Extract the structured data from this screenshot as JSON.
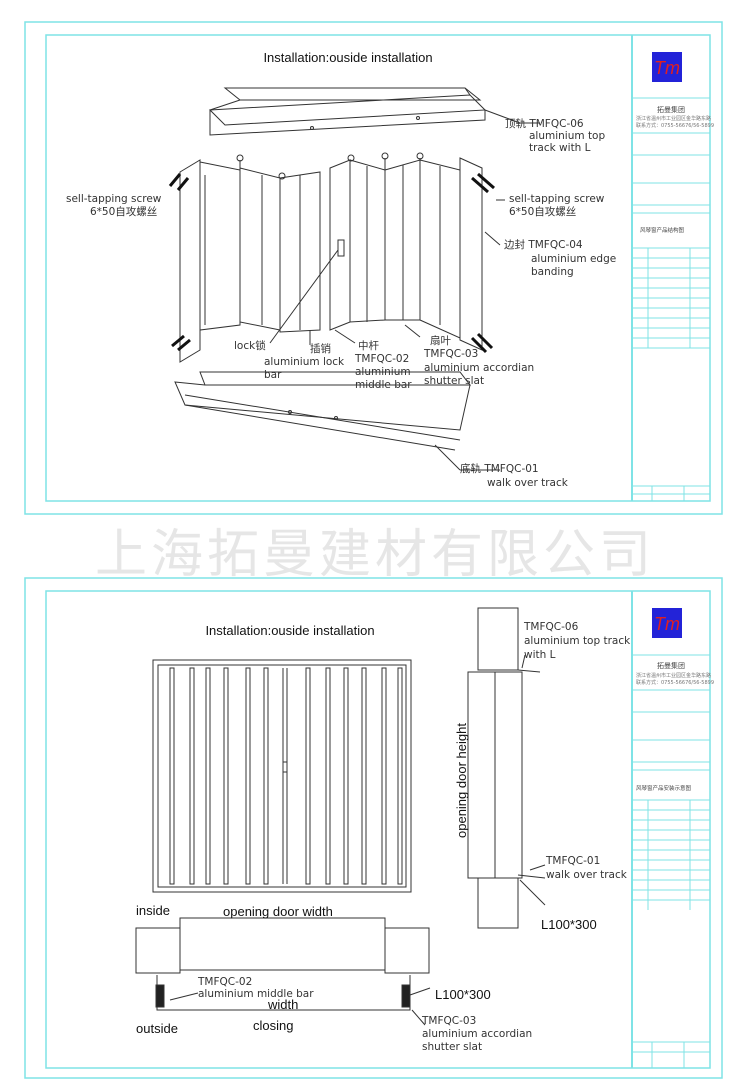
{
  "watermark": "上海拓曼建材有限公司",
  "title_block": {
    "company": "拓曼集团",
    "address_line1": "浙江省温州市工业园区金华路东路",
    "address_line2": "联系方式：0755-56676/56-5899",
    "drawing_name_1": "风琴窗产品结构图",
    "drawing_name_2": "风琴窗产品安装示意图",
    "logo_color": "#2323d8",
    "logo_mark_color": "#e02020"
  },
  "sheet1": {
    "title": "Installation:ouside installation",
    "labels": {
      "top_track": [
        "顶轨 TMFQC-06",
        "aluminium top",
        "track with L"
      ],
      "screw_left": [
        "sell-tapping screw",
        "6*50自攻螺丝"
      ],
      "screw_right": [
        "sell-tapping screw",
        "6*50自攻螺丝"
      ],
      "edge_banding": [
        "边封 TMFQC-04",
        "aluminium edge",
        "banding"
      ],
      "lock": [
        "lock锁"
      ],
      "lock_bar": [
        "插销",
        "aluminium lock",
        "bar"
      ],
      "middle_bar": [
        "中杆",
        "TMFQC-02",
        "aluminium",
        "middle bar"
      ],
      "slat": [
        "扇叶",
        "TMFQC-03",
        "aluminium accordian",
        "shutter slat"
      ],
      "bottom_track": [
        "底轨 TMFQC-01",
        "walk over track"
      ]
    }
  },
  "sheet2": {
    "title": "Installation:ouside installation",
    "top_track": [
      "TMFQC-06",
      "aluminium top track",
      "with L"
    ],
    "opening_height": "opening door height",
    "walk_track": [
      "TMFQC-01",
      "walk over track"
    ],
    "angle_right": "L100*300",
    "inside": "inside",
    "opening_width": "opening door width",
    "middle_bar": [
      "TMFQC-02",
      "aluminium middle bar"
    ],
    "angle_plan": "L100*300",
    "width": "width",
    "outside": "outside",
    "closing": "closing",
    "slat": [
      "TMFQC-03",
      "aluminium accordian",
      "shutter slat"
    ]
  }
}
